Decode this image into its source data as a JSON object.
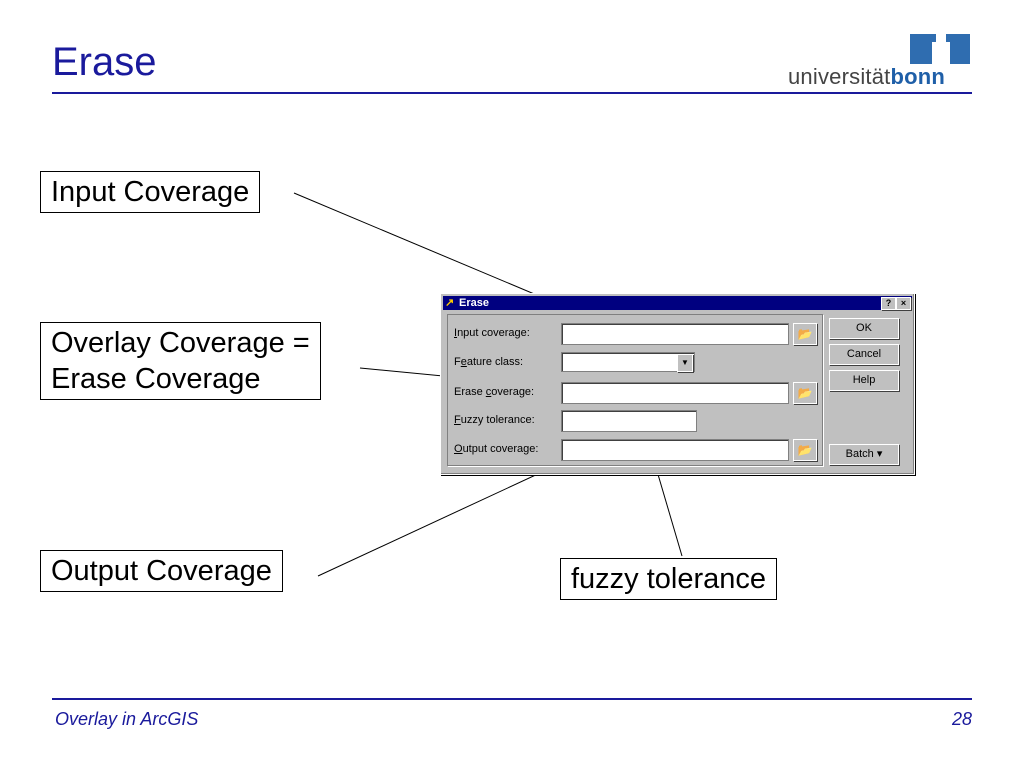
{
  "slide": {
    "title": "Erase",
    "footer_left": "Overlay in ArcGIS",
    "page_number": "28"
  },
  "logo": {
    "text_regular": "universität",
    "text_bold": "bonn",
    "brand_color": "#1f5fa8"
  },
  "callouts": {
    "input": "Input Coverage",
    "overlay_line1": "Overlay Coverage =",
    "overlay_line2": "Erase Coverage",
    "output": "Output Coverage",
    "fuzzy": "fuzzy tolerance"
  },
  "dialog": {
    "title": "Erase",
    "help_btn": "?",
    "close_btn": "×",
    "fields": {
      "input_coverage": {
        "label_key": "I",
        "label_rest": "nput coverage:",
        "value": ""
      },
      "feature_class": {
        "label_pre": "F",
        "label_key": "e",
        "label_rest": "ature class:",
        "value": ""
      },
      "erase_coverage": {
        "label_pre": "Erase ",
        "label_key": "c",
        "label_rest": "overage:",
        "value": ""
      },
      "fuzzy_tolerance": {
        "label_key": "F",
        "label_rest": "uzzy tolerance:",
        "value": ""
      },
      "output_coverage": {
        "label_key": "O",
        "label_rest": "utput coverage:",
        "value": ""
      }
    },
    "buttons": {
      "ok": "OK",
      "cancel": "Cancel",
      "help": "Help",
      "batch": "Batch ▾"
    }
  },
  "colors": {
    "accent": "#1a1a9c",
    "titlebar": "#000080",
    "dialog_bg": "#c0c0c0"
  }
}
